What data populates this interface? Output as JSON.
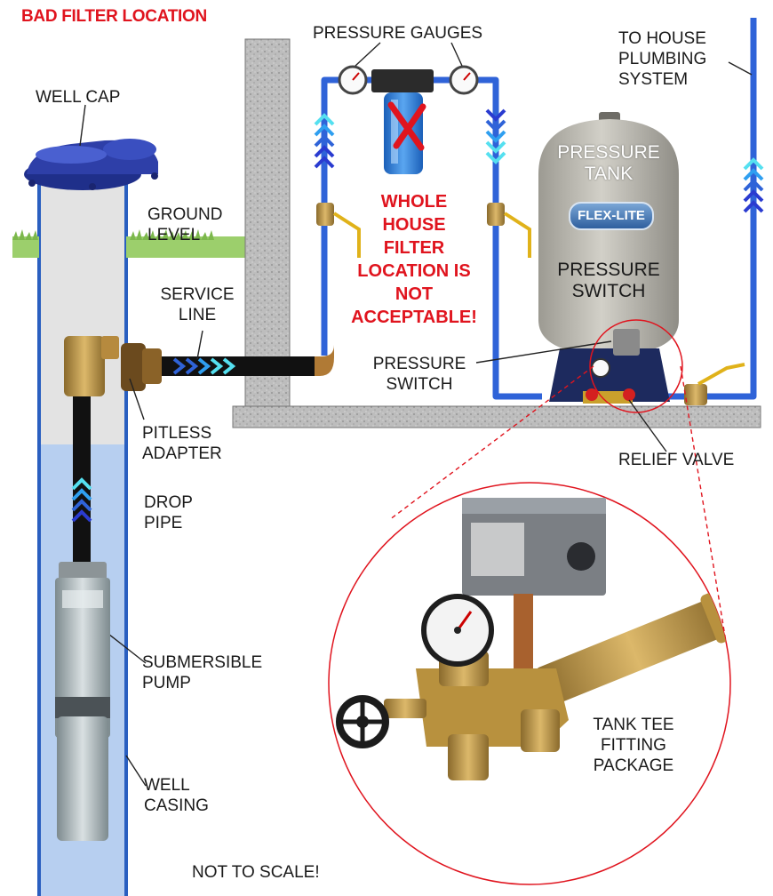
{
  "title": "BAD FILTER LOCATION",
  "labels": {
    "pressure_gauges": "PRESSURE GAUGES",
    "to_house": "TO HOUSE\nPLUMBING\nSYSTEM",
    "well_cap": "WELL CAP",
    "ground_level": "GROUND\nLEVEL",
    "service_line": "SERVICE\nLINE",
    "pitless_adapter": "PITLESS\nADAPTER",
    "drop_pipe": "DROP\nPIPE",
    "submersible_pump": "SUBMERSIBLE\nPUMP",
    "well_casing": "WELL\nCASING",
    "not_to_scale": "NOT TO SCALE!",
    "pressure_switch_callout": "PRESSURE\nSWITCH",
    "relief_valve": "RELIEF VALVE",
    "tank_tee": "TANK TEE\nFITTING\nPACKAGE"
  },
  "warning": "WHOLE\nHOUSE\nFILTER\nLOCATION IS\nNOT\nACCEPTABLE!",
  "tank": {
    "title": "PRESSURE\nTANK",
    "brand": "FLEX-LITE",
    "switch_label": "PRESSURE\nSWITCH"
  },
  "colors": {
    "pipe_blue": "#2f63d8",
    "warning_red": "#e0141e",
    "water": "#b7cff0",
    "concrete": "#b9b9b9",
    "brass": "#c9a052"
  },
  "icons": [
    "x-mark-icon",
    "gauge-icon",
    "chevron-flow-icon",
    "valve-handle-icon"
  ]
}
